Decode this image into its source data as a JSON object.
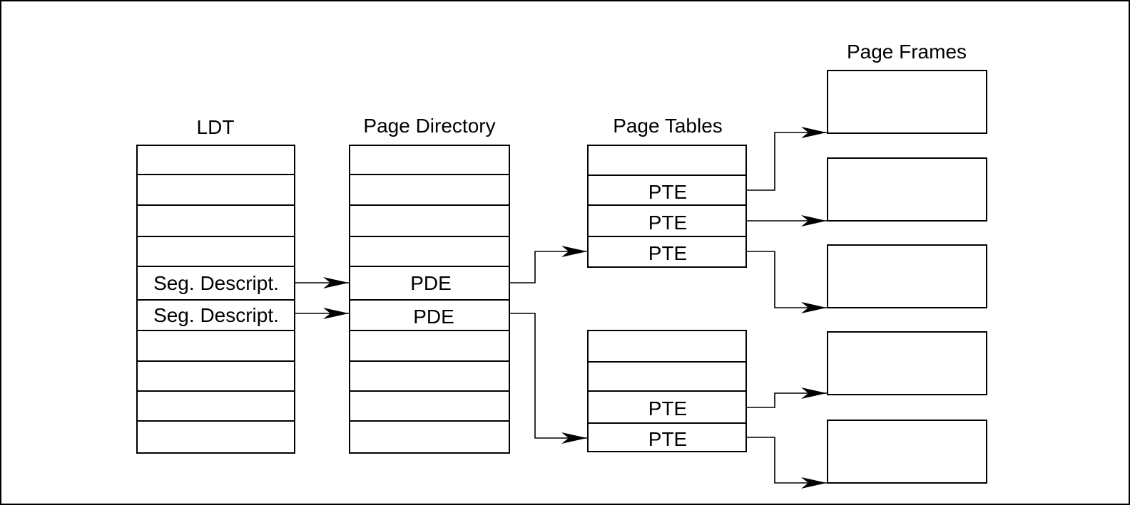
{
  "headings": {
    "ldt": "LDT",
    "page_directory": "Page Directory",
    "page_tables": "Page Tables",
    "page_frames": "Page Frames"
  },
  "ldt": {
    "entries": [
      "",
      "",
      "",
      "",
      "Seg. Descript.",
      "Seg. Descript.",
      "",
      "",
      "",
      ""
    ]
  },
  "page_directory": {
    "entries": [
      "",
      "",
      "",
      "",
      "PDE",
      "PDE",
      "",
      "",
      "",
      ""
    ]
  },
  "page_tables": [
    {
      "entries": [
        "",
        "PTE",
        "PTE",
        "PTE"
      ]
    },
    {
      "entries": [
        "",
        "",
        "PTE",
        "PTE"
      ]
    }
  ],
  "page_frames": {
    "count": 5
  }
}
